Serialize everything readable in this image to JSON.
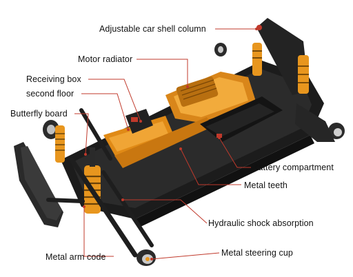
{
  "image": {
    "subject": "RC buggy chassis",
    "colors": {
      "background": "#ffffff",
      "chassis": "#1a1a1a",
      "anodized": "#e8961e",
      "leader": "#c0392b",
      "text": "#111111"
    }
  },
  "annotations": [
    {
      "id": "adjustable-car-shell-column",
      "label": "Adjustable car shell column"
    },
    {
      "id": "motor-radiator",
      "label": "Motor radiator"
    },
    {
      "id": "receiving-box",
      "label": "Receiving box"
    },
    {
      "id": "second-floor",
      "label": "second floor"
    },
    {
      "id": "butterfly-board",
      "label": "Butterfly board"
    },
    {
      "id": "battery-compartment",
      "label": "Battery compartment"
    },
    {
      "id": "metal-teeth",
      "label": "Metal teeth"
    },
    {
      "id": "hydraulic-shock-absorption",
      "label": "Hydraulic shock absorption"
    },
    {
      "id": "metal-arm-code",
      "label": "Metal arm code"
    },
    {
      "id": "metal-steering-cup",
      "label": "Metal steering cup"
    }
  ]
}
